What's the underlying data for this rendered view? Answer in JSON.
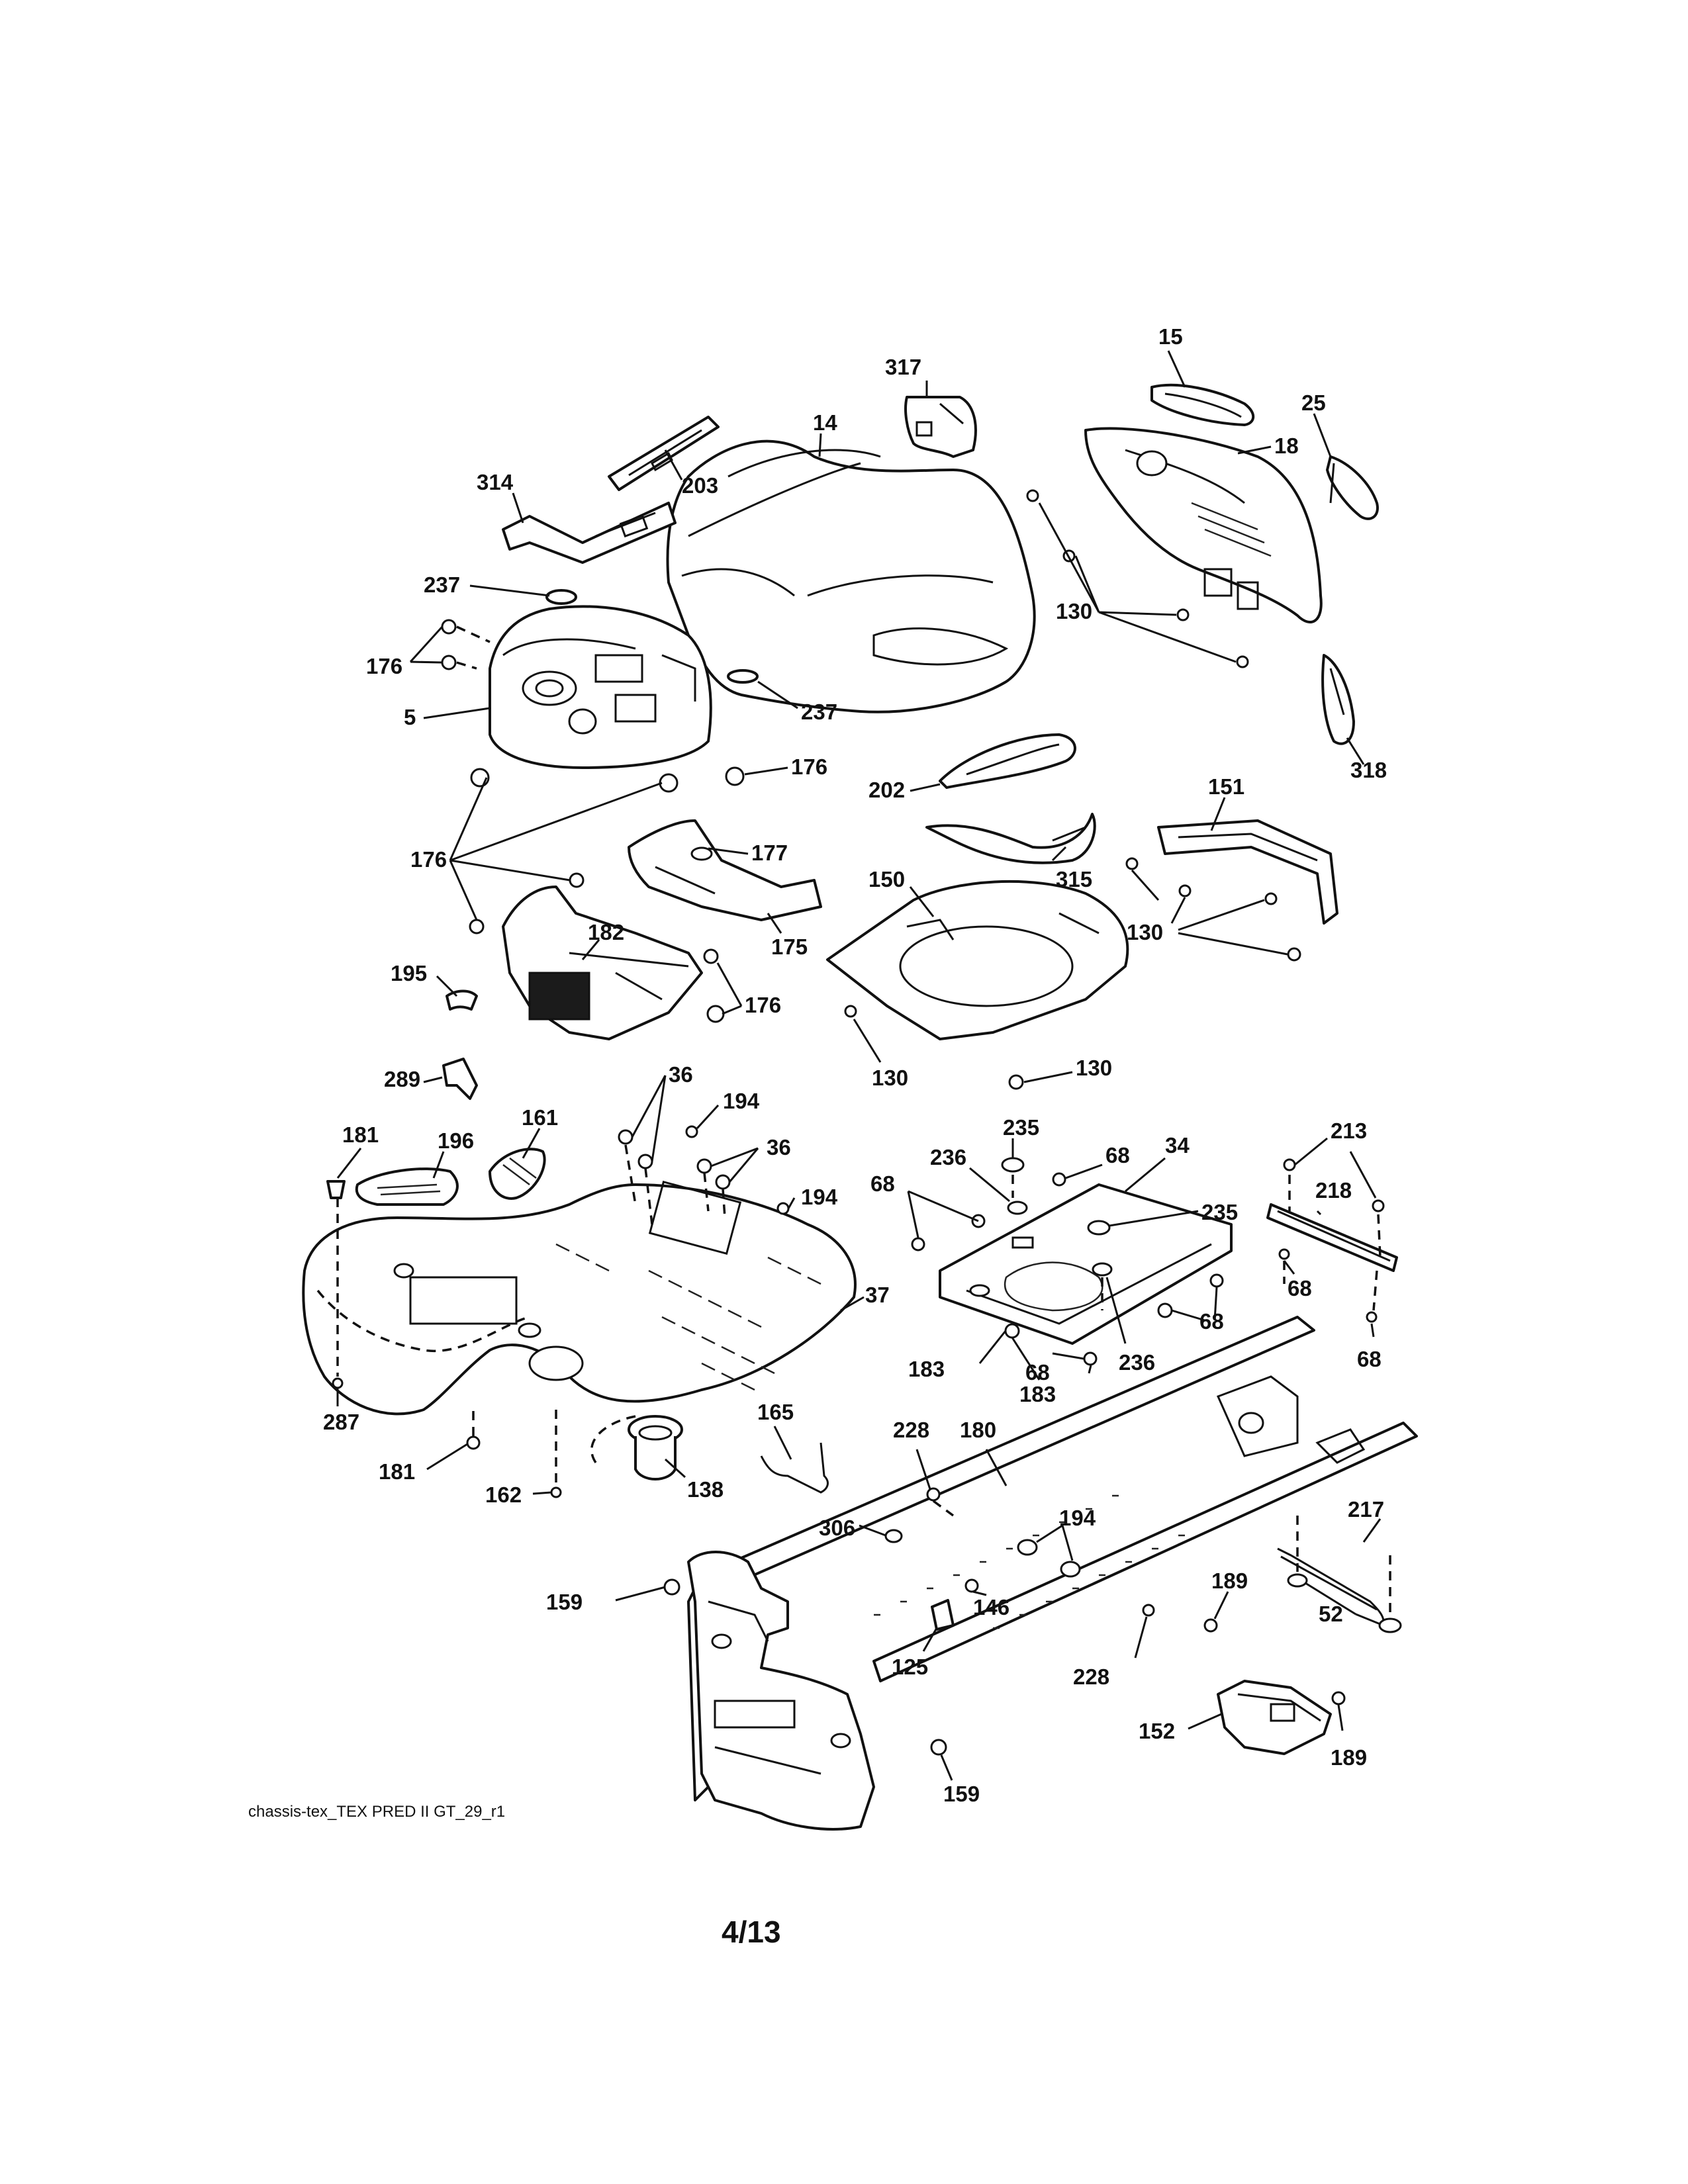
{
  "diagram_caption": "chassis-tex_TEX PRED II GT_29_r1",
  "page_number": "4/13",
  "callouts": {
    "c14": "14",
    "c15": "15",
    "c25": "25",
    "c317": "317",
    "c18": "18",
    "c314": "314",
    "c203": "203",
    "c237a": "237",
    "c176a": "176",
    "c5": "5",
    "c237b": "237",
    "c176b": "176",
    "c130a": "130",
    "c318": "318",
    "c202": "202",
    "c151": "151",
    "c177": "177",
    "c176c": "176",
    "c315": "315",
    "c150": "150",
    "c130b": "130",
    "c175": "175",
    "c195": "195",
    "c182": "182",
    "c176d": "176",
    "c130c": "130",
    "c130d": "130",
    "c289": "289",
    "c36a": "36",
    "c194a": "194",
    "c181a": "181",
    "c161": "161",
    "c196": "196",
    "c36b": "36",
    "c235a": "235",
    "c213": "213",
    "c236a": "236",
    "c68a": "68",
    "c34": "34",
    "c194b": "194",
    "c68b": "68",
    "c235b": "235",
    "c218": "218",
    "c37": "37",
    "c68c": "68",
    "c68d": "68",
    "c287": "287",
    "c183a": "183",
    "c68e": "68",
    "c236b": "236",
    "c68f": "68",
    "c183b": "183",
    "c165": "165",
    "c228a": "228",
    "c180": "180",
    "c181b": "181",
    "c162": "162",
    "c138": "138",
    "c306": "306",
    "c194c": "194",
    "c217": "217",
    "c159a": "159",
    "c146": "146",
    "c189a": "189",
    "c52": "52",
    "c125": "125",
    "c228b": "228",
    "c152": "152",
    "c189b": "189",
    "c159b": "159"
  }
}
